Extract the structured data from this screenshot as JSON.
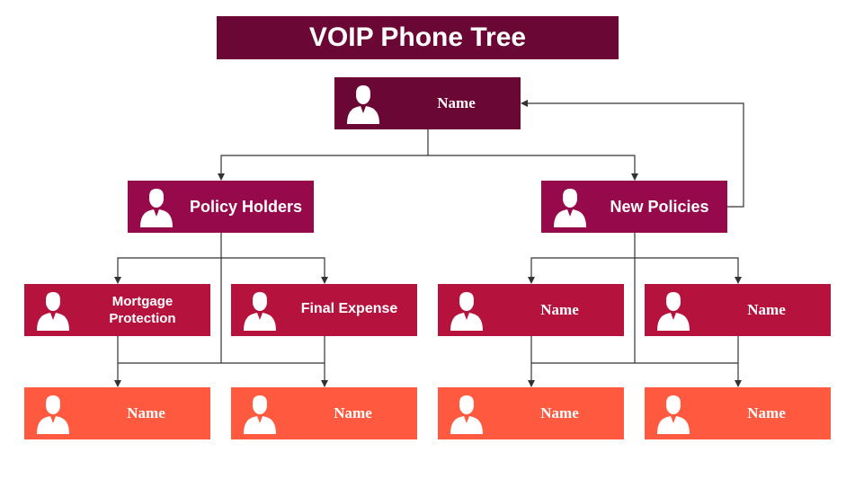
{
  "title": "VOIP Phone Tree",
  "colors": {
    "root": "#6b0734",
    "level1": "#960a4c",
    "level2": "#b5133e",
    "level3": "#ff5a40",
    "connector": "#333333"
  },
  "root": {
    "label": "Name",
    "icon": "user-icon"
  },
  "level1": [
    {
      "label": "Policy Holders",
      "icon": "user-icon"
    },
    {
      "label": "New Policies",
      "icon": "user-icon"
    }
  ],
  "level2": [
    {
      "label_line1": "Mortgage",
      "label_line2": "Protection",
      "icon": "user-icon"
    },
    {
      "label": "Final Expense",
      "icon": "user-icon"
    },
    {
      "label": "Name",
      "icon": "user-icon"
    },
    {
      "label": "Name",
      "icon": "user-icon"
    }
  ],
  "level3": [
    {
      "label": "Name",
      "icon": "user-icon"
    },
    {
      "label": "Name",
      "icon": "user-icon"
    },
    {
      "label": "Name",
      "icon": "user-icon"
    },
    {
      "label": "Name",
      "icon": "user-icon"
    }
  ]
}
